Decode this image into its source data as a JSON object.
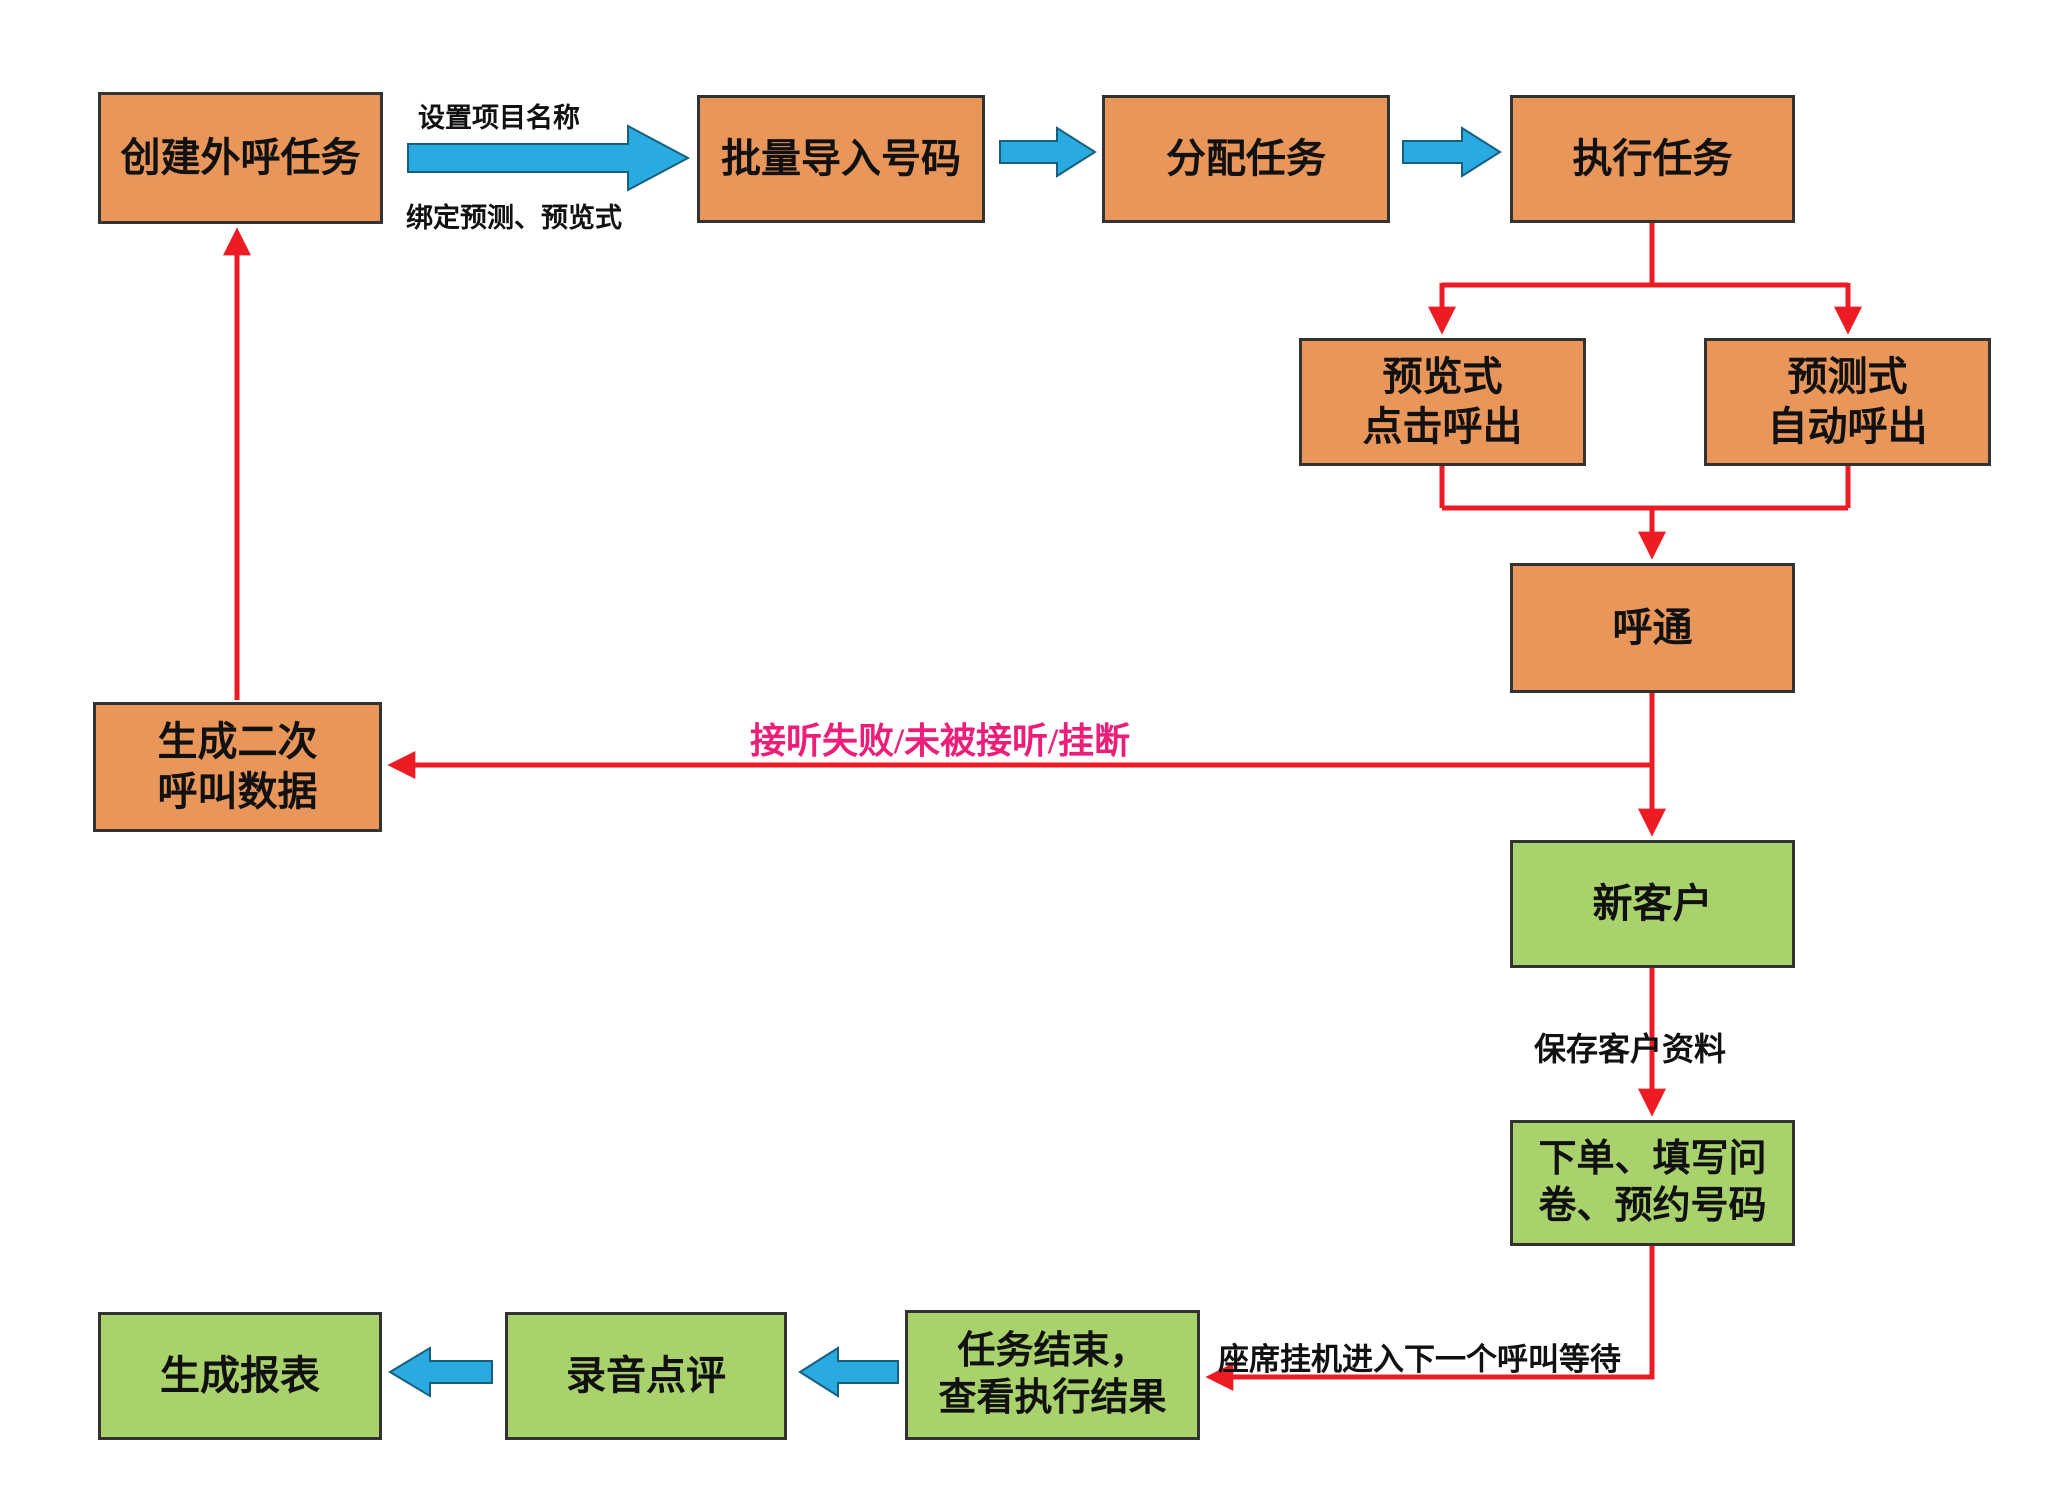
{
  "boxes": {
    "create_task": "创建外呼任务",
    "import_numbers": "批量导入号码",
    "assign_task": "分配任务",
    "execute_task": "执行任务",
    "preview_call": "预览式\n点击呼出",
    "predictive_call": "预测式\n自动呼出",
    "call_connected": "呼通",
    "second_call_data": "生成二次\n呼叫数据",
    "new_customer": "新客户",
    "order_questionnaire": "下单、填写问\n卷、预约号码",
    "task_end": "任务结束，\n查看执行结果",
    "recording_review": "录音点评",
    "generate_report": "生成报表"
  },
  "edge_labels": {
    "set_project_name": "设置项目名称",
    "bind_modes": "绑定预测、预览式",
    "answer_failed": "接听失败/未被接听/挂断",
    "save_customer_info": "保存客户资料",
    "agent_hangup_next": "座席挂机进入下一个呼叫等待"
  },
  "colors": {
    "box_orange": "#E8965A",
    "box_green": "#A9D16C",
    "arrow_red": "#ED1C24",
    "arrow_blue": "#29ABE2",
    "label_magenta": "#ED1E79",
    "box_border": "#333333"
  }
}
